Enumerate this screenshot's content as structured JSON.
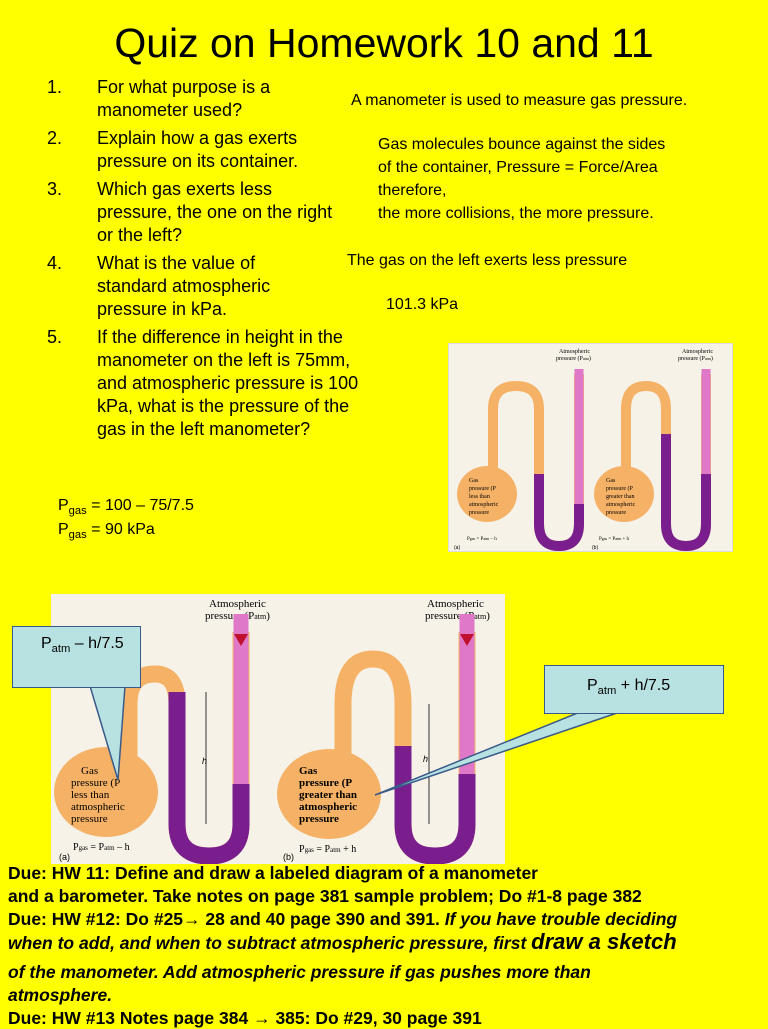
{
  "title": "Quiz on Homework 10 and 11",
  "questions": [
    {
      "num": "1.",
      "text": "For what purpose is a manometer used?"
    },
    {
      "num": "2.",
      "text": "Explain how a gas exerts pressure on its container."
    },
    {
      "num": "3.",
      "text": "Which gas exerts less pressure, the one on the right or the left?"
    },
    {
      "num": "4.",
      "text": "What is the value of standard atmospheric pressure in kPa."
    },
    {
      "num": "5.",
      "text": "If the difference in height in the manometer on the left is 75mm, and atmospheric pressure is 100 kPa, what is the pressure of the gas in the left manometer?"
    }
  ],
  "answers": {
    "a1": "A manometer is used to measure gas pressure.",
    "a2_line1": "Gas molecules bounce against the sides",
    "a2_line2": "of the container, Pressure = Force/Area",
    "a2_line3": "therefore,",
    "a2_line4": "the more collisions, the more pressure.",
    "a3": "The gas on the left exerts less pressure",
    "a4": "101.3 kPa"
  },
  "calc": {
    "p": "P",
    "sub": "gas",
    "line1_rest": " = 100 – 75/7.5",
    "line2_rest": " = 90 kPa"
  },
  "figure": {
    "atm_label": "Atmospheric",
    "atm_label2": "pressure (P",
    "atm_sub": "atm",
    "close": ")",
    "h": "h",
    "left_gas": [
      "Gas",
      "pressure (P",
      "less than",
      "atmospheric",
      "pressure"
    ],
    "right_gas": [
      "Gas",
      "pressure (P",
      "greater than",
      "atmospheric",
      "pressure"
    ],
    "gas_sub": "gas",
    "left_eq": "P",
    "left_eq_rest1": " = P",
    "left_eq_rest2": " – h",
    "right_eq_rest2": " + h",
    "label_a": "(a)",
    "label_b": "(b)"
  },
  "callouts": {
    "left_p": "P",
    "left_sub": "atm",
    "left_rest": " – h/7.5",
    "right_p": "P",
    "right_sub": "atm",
    "right_rest": " + h/7.5"
  },
  "due": {
    "line1": "Due: HW 11: Define and draw a labeled diagram of a manometer",
    "line2": "and a barometer. Take notes on page 381 sample problem; Do #1-8 page 382",
    "line3_bold": "Due: HW #12: Do #25→ 28 and 40 page 390 and 391.",
    "line3_italic": " If you have trouble deciding",
    "line4_a": "when to add, and when to subtract atmospheric pressure, first ",
    "line4_big": "draw a sketch",
    "line5": "of the manometer. Add atmospheric pressure if gas pushes more than",
    "line6": "atmosphere.",
    "line7": "Due: HW #13 Notes page 384 → 385: Do #29, 30 page 391"
  },
  "colors": {
    "background": "#ffff00",
    "bulb": "#f5b266",
    "tube_pink": "#e078c8",
    "liquid_purple": "#7a1e8e",
    "callout_fill": "#b8e2e2"
  }
}
